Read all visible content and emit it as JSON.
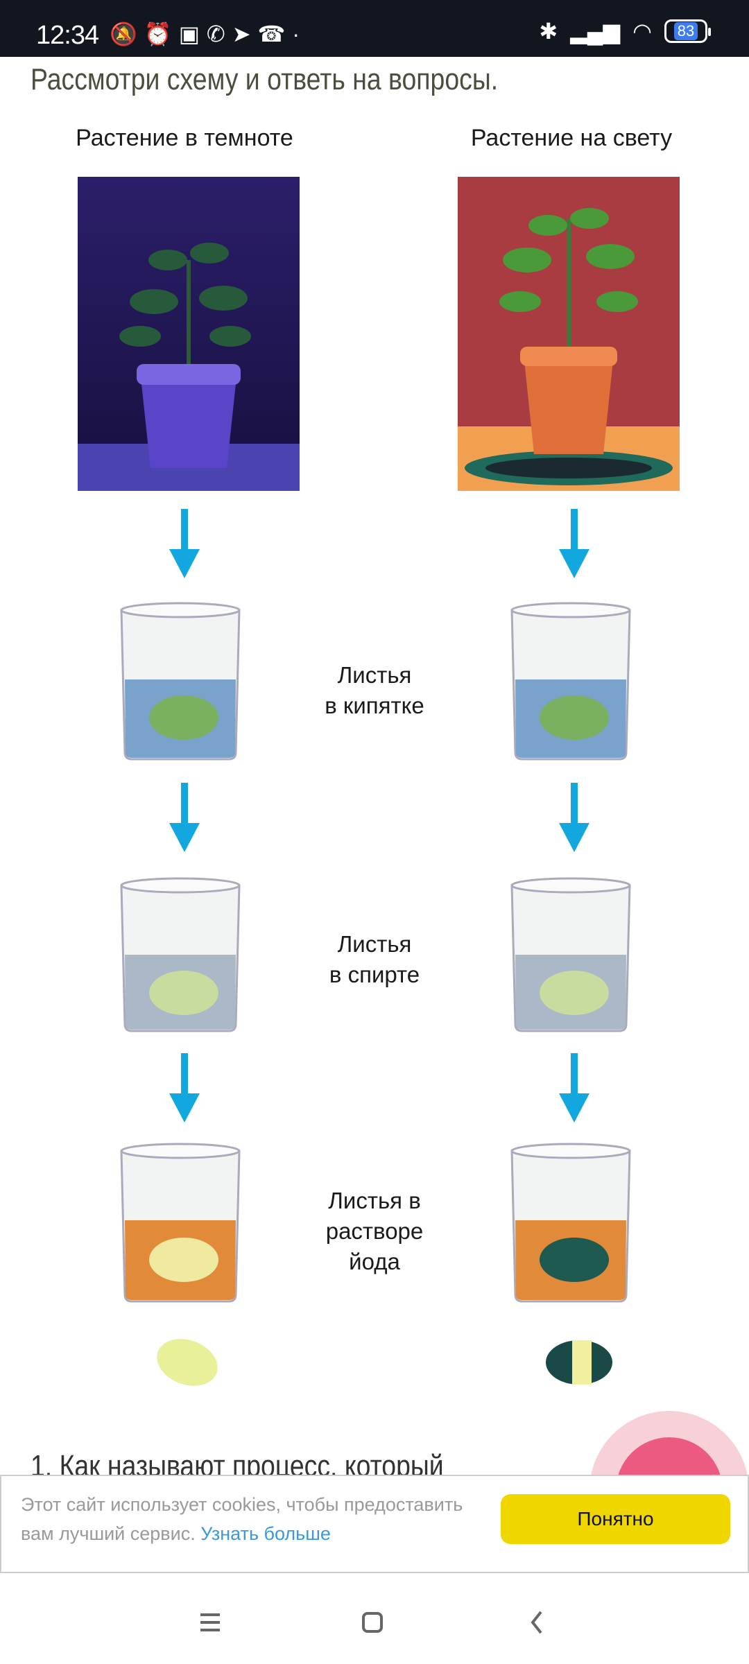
{
  "status_bar": {
    "time": "12:34",
    "notification_icons": [
      "mute-icon",
      "alarm-icon",
      "nfc-icon",
      "whatsapp-icon",
      "telegram-icon",
      "missed-call-icon",
      "dot-icon"
    ],
    "battery": "83"
  },
  "page": {
    "title": "Рассмотри схему и ответь на вопросы.",
    "columns": {
      "dark": "Растение в темноте",
      "light": "Растение на свету"
    },
    "steps": [
      {
        "label_line1": "Листья",
        "label_line2": "в кипятке"
      },
      {
        "label_line1": "Листья",
        "label_line2": "в спирте"
      },
      {
        "label_line1": "Листья в",
        "label_line2": "растворе",
        "label_line3": "йода"
      }
    ],
    "question": "1. Как называют процесс, который"
  },
  "cookie_banner": {
    "text": "Этот сайт использует cookies, чтобы предоставить вам лучший сервис.",
    "link": "Узнать больше",
    "button": "Понятно"
  },
  "colors": {
    "accent_yellow": "#efd600",
    "link_blue": "#3a9ad9",
    "arrow_blue": "#13a7e0",
    "fab_pink": "#ec5a82"
  }
}
